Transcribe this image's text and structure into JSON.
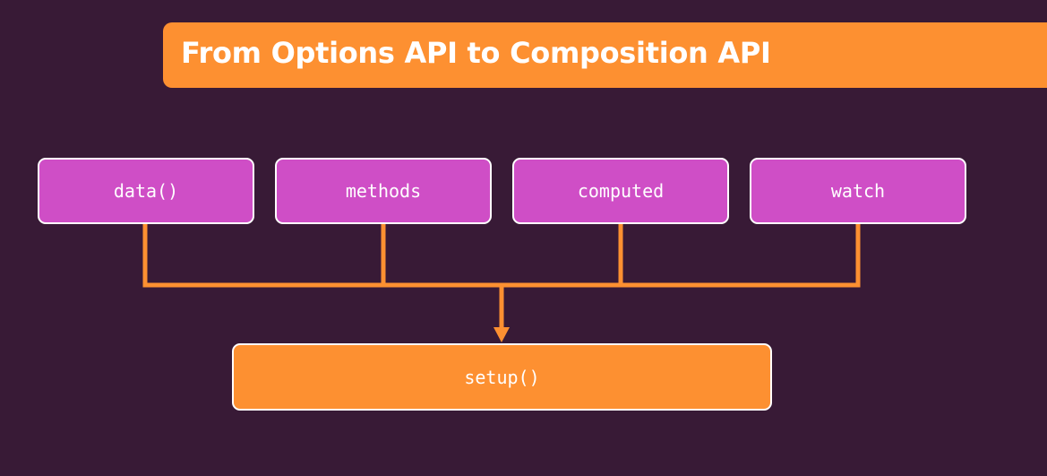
{
  "title": "From Options API to Composition API",
  "options": [
    {
      "label": "data()"
    },
    {
      "label": "methods"
    },
    {
      "label": "computed"
    },
    {
      "label": "watch"
    }
  ],
  "target": {
    "label": "setup()"
  },
  "colors": {
    "background": "#381a36",
    "accent_orange": "#fd9031",
    "option_magenta": "#cf4ec6",
    "text": "#ffffff"
  }
}
